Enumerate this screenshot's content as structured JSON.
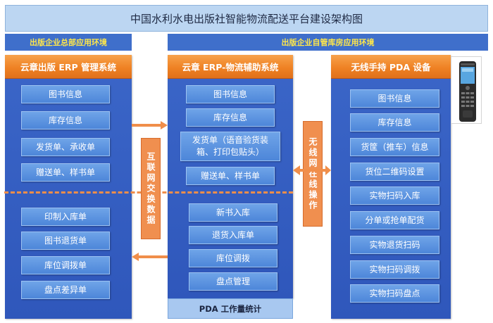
{
  "title": "中国水利水电出版社智能物流配送平台建设架构图",
  "env_left": "出版企业总部应用环境",
  "env_right": "出版企业自管库房应用环境",
  "left": {
    "header": "云章出版 ERP 管理系统",
    "items": [
      "图书信息",
      "库存信息",
      "发货单、承收单",
      "赠送单、样书单",
      "印制入库单",
      "图书退货单",
      "库位调拨单",
      "盘点差异单"
    ]
  },
  "middle": {
    "header": "云章 ERP-物流辅助系统",
    "items": [
      "图书信息",
      "库存信息",
      "发货单（语音验货装箱、打印包贴头）",
      "赠送单、样书单",
      "新书入库",
      "退货入库单",
      "库位调拨",
      "盘点管理"
    ],
    "footer": "PDA 工作量统计"
  },
  "right": {
    "header": "无线手持 PDA 设备",
    "items": [
      "图书信息",
      "库存信息",
      "货筐（推车）信息",
      "货位二维码设置",
      "实物扫码入库",
      "分单或抢单配货",
      "实物退货扫码",
      "实物扫码调拨",
      "实物扫码盘点"
    ]
  },
  "connector_left": "互联网交换数据",
  "connector_right": "无线网在线操作",
  "colors": {
    "column": "#3b66c8",
    "header": "#ef8224",
    "item": "#5a92dd",
    "env_text": "#ffe74a",
    "arrow": "#f08e4a"
  }
}
